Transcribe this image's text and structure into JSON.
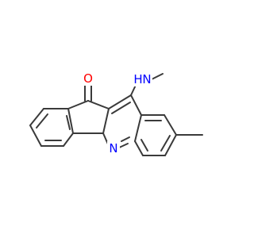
{
  "molecule": {
    "atom_labels": {
      "oxygen": "O",
      "nitrogen_h": "H",
      "nitrogen_amine": "N",
      "nitrogen_ring": "N"
    },
    "colors": {
      "bond": "#3a3a3a",
      "oxygen": "#ff0000",
      "nitrogen": "#0000ff"
    }
  }
}
